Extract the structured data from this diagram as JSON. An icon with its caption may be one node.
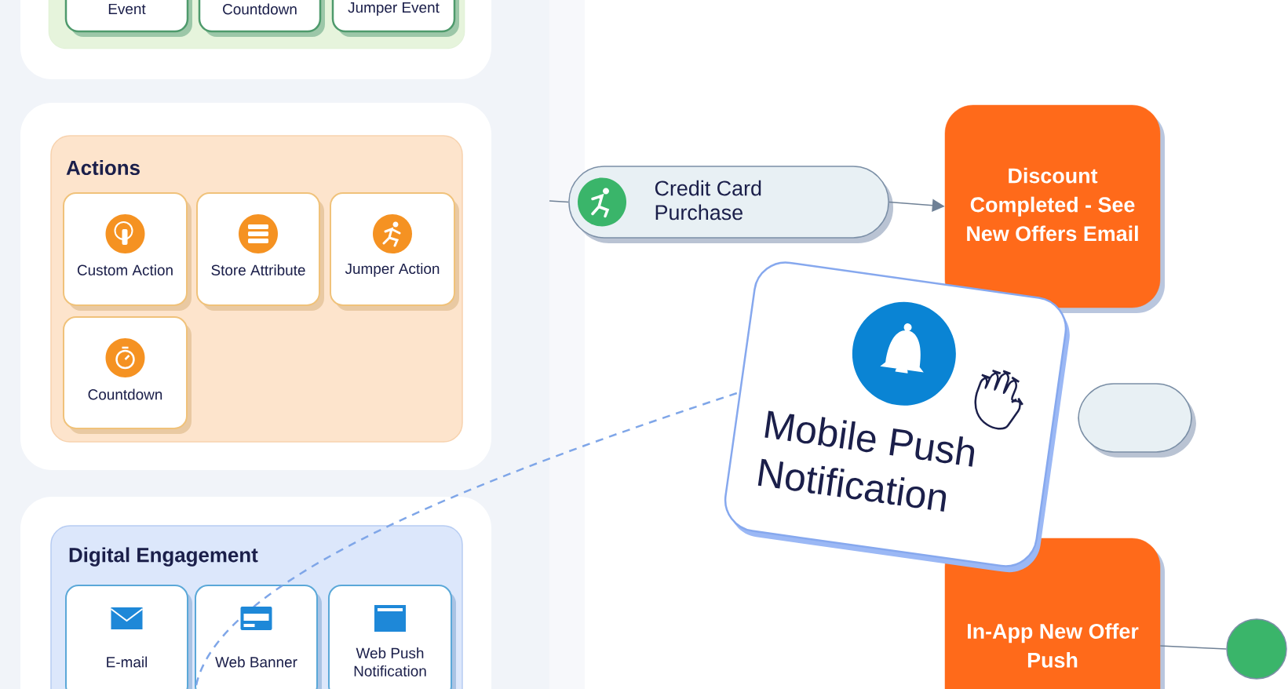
{
  "diagram": {
    "nodes": [
      {
        "text": [
          "Event"
        ]
      },
      {
        "text": [
          "Countdown"
        ]
      },
      {
        "text": [
          "Jumper Event"
        ]
      },
      {
        "text": [
          "Actions"
        ]
      },
      {
        "text": [
          "Custom Action"
        ],
        "in": 3
      },
      {
        "text": [
          "Store Attribute"
        ],
        "in": 3
      },
      {
        "text": [
          "Jumper Action"
        ],
        "in": 3
      },
      {
        "text": [
          "Countdown"
        ],
        "in": 3
      },
      {
        "text": [
          "Digital Engagement"
        ]
      },
      {
        "text": [
          "E-mail"
        ],
        "in": 8
      },
      {
        "text": [
          "Web Banner"
        ],
        "in": 8
      },
      {
        "text": [
          "Web Push Notification"
        ],
        "in": 8
      },
      {
        "text": [
          "Credit Card Purchase"
        ]
      },
      {
        "text": [
          "Discount Completed - See New Offers Email"
        ]
      },
      {
        "text": [
          "Mobile Push Notification"
        ]
      },
      {
        "text": [],
        "shape": "box"
      },
      {
        "text": [
          "In-App New Offer Push"
        ]
      },
      {
        "text": [],
        "shape": "circle"
      }
    ],
    "edges": [
      {
        "from": null,
        "to": 12,
        "arrow": "none"
      },
      {
        "from": 12,
        "to": 13,
        "arrow": "to"
      },
      {
        "from": 10,
        "to": 14,
        "arrow": "none",
        "style": "dashed",
        "color": "#7fa6e8"
      },
      {
        "from": 16,
        "to": 17,
        "arrow": "none"
      }
    ]
  }
}
